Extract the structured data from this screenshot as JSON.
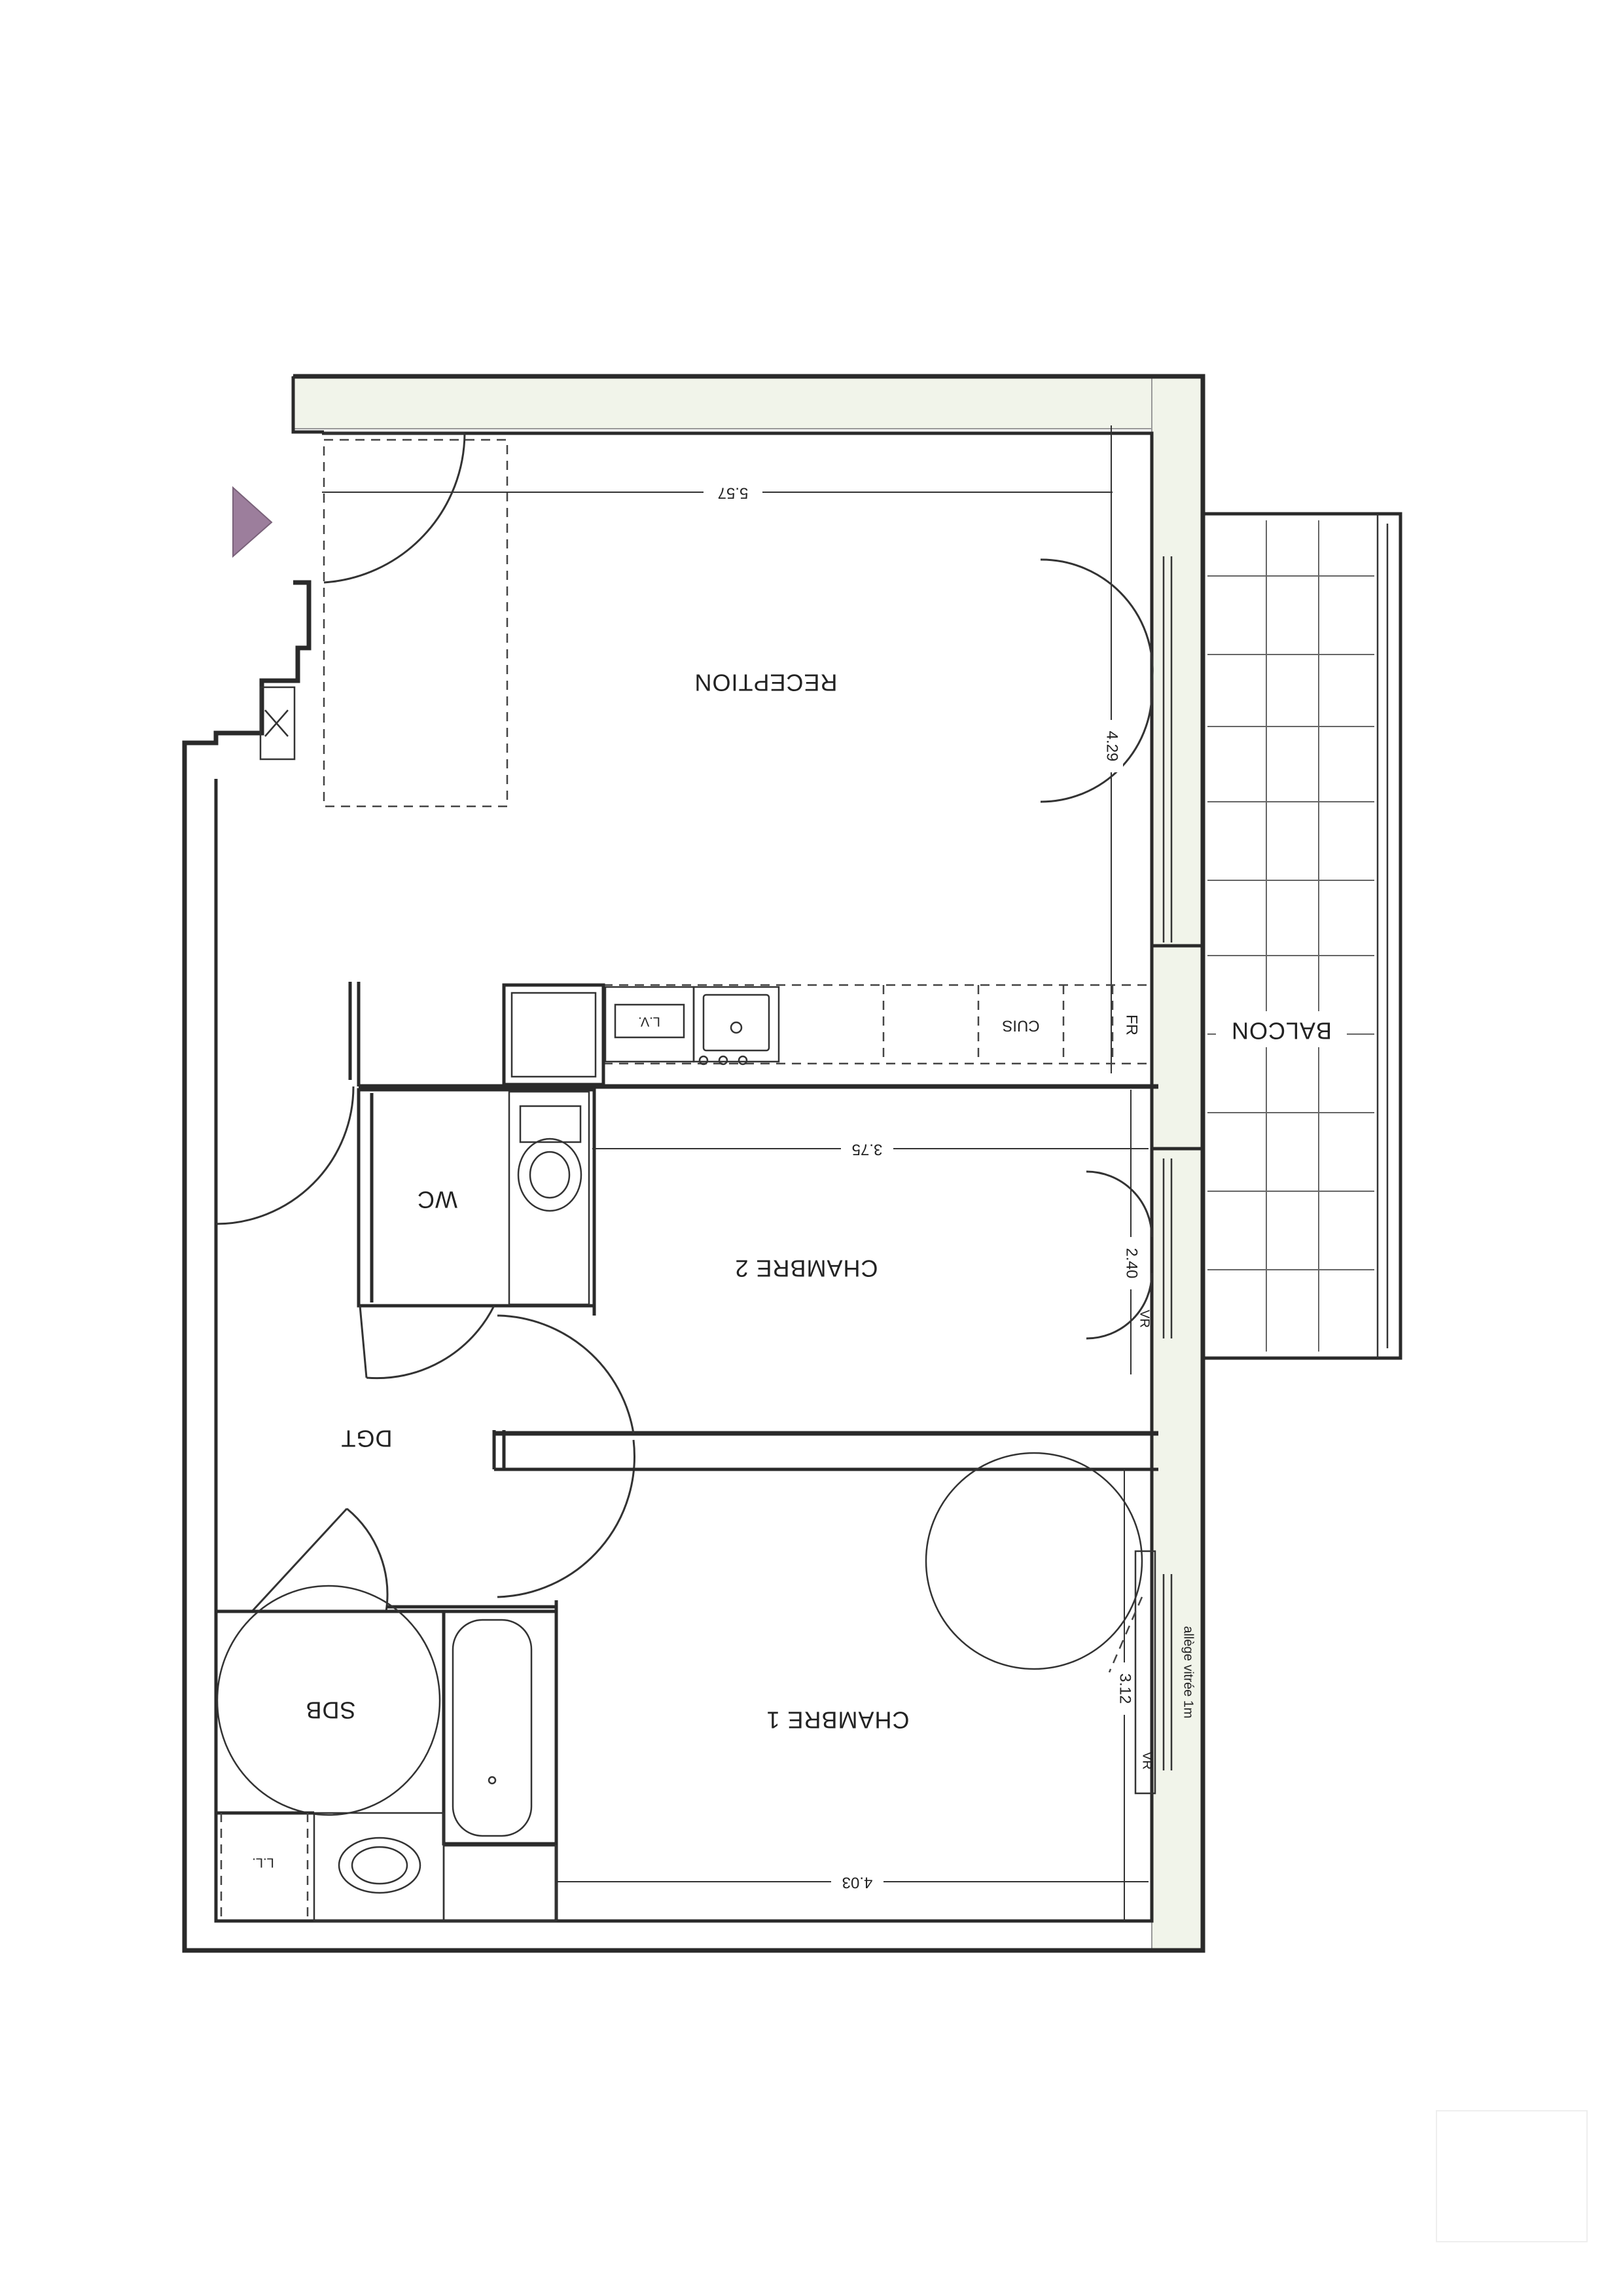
{
  "rooms": {
    "reception": "RECEPTION",
    "balcon": "BALCON",
    "cuis": "CUIS",
    "fr": "FR",
    "lv": "L.V.",
    "wc": "WC",
    "chambre2": "CHAMBRE 2",
    "dgt": "DGT",
    "chambre1": "CHAMBRE 1",
    "sdb": "SDB",
    "ll": "L.L."
  },
  "dimensions": {
    "reception_width": "5.57",
    "reception_depth": "4.29",
    "chambre2_width": "3.75",
    "chambre2_depth": "2.40",
    "chambre1_width": "4.03",
    "chambre1_depth": "3.12"
  },
  "labels": {
    "vr_chambre2": "VR",
    "vr_chambre1": "VR",
    "allege": "allège vitrée 1m"
  },
  "colors": {
    "entrance_arrow": "#9c7e9c",
    "walls": "#2a2a2a"
  }
}
